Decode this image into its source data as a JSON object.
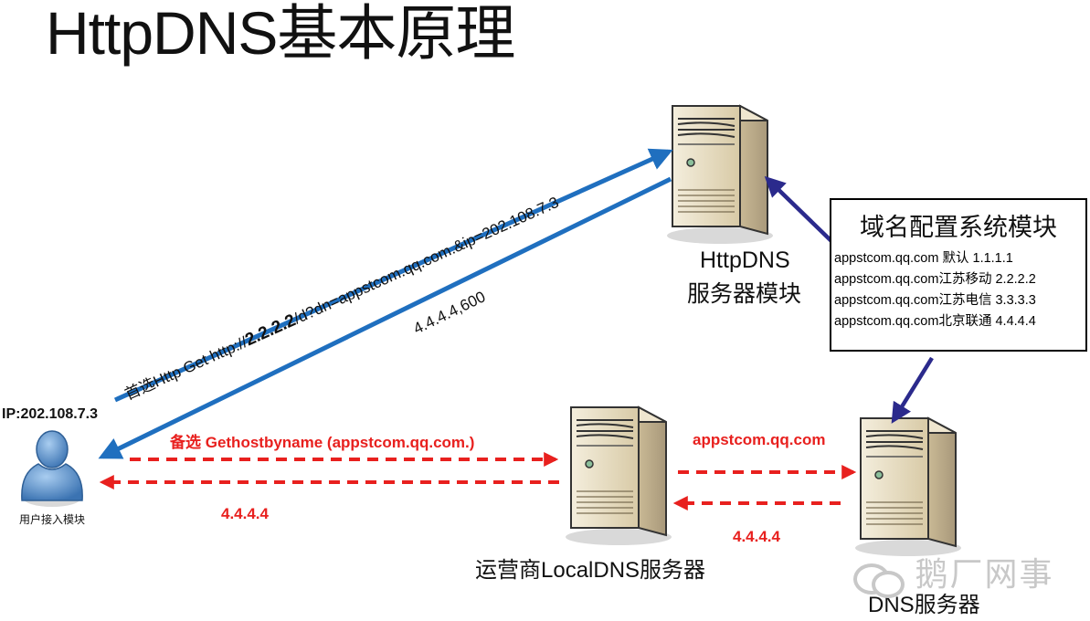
{
  "title": "HttpDNS基本原理",
  "nodes": {
    "user_ip": "IP:202.108.7.3",
    "user_label": "用户接入模块",
    "httpdns_line1": "HttpDNS",
    "httpdns_line2": "服务器模块",
    "localdns_label": "运营商LocalDNS服务器",
    "dns_label": "DNS服务器"
  },
  "arrows": {
    "http_request_prefix": "首选Http Get http://",
    "http_request_ip": "2.2.2.2",
    "http_request_suffix": "/d?dn=appstcom.qq.com.&ip=202.108.7.3",
    "http_response": "4.4.4.4,600",
    "fallback_request": "备选 Gethostbyname (appstcom.qq.com.)",
    "fallback_response": "4.4.4.4",
    "dns_query": "appstcom.qq.com",
    "dns_response": "4.4.4.4"
  },
  "config_box": {
    "title": "域名配置系统模块",
    "rows": [
      "appstcom.qq.com  默认  1.1.1.1",
      "appstcom.qq.com江苏移动  2.2.2.2",
      "appstcom.qq.com江苏电信  3.3.3.3",
      "appstcom.qq.com北京联通  4.4.4.4"
    ]
  },
  "watermark": "鹅厂网事",
  "colors": {
    "blue_arrow": "#1f6fbf",
    "red_arrow": "#e8201e",
    "navy_arrow": "#2b2a8c",
    "server_body": "#e7dcc2",
    "user_icon": "#4a84c4"
  }
}
